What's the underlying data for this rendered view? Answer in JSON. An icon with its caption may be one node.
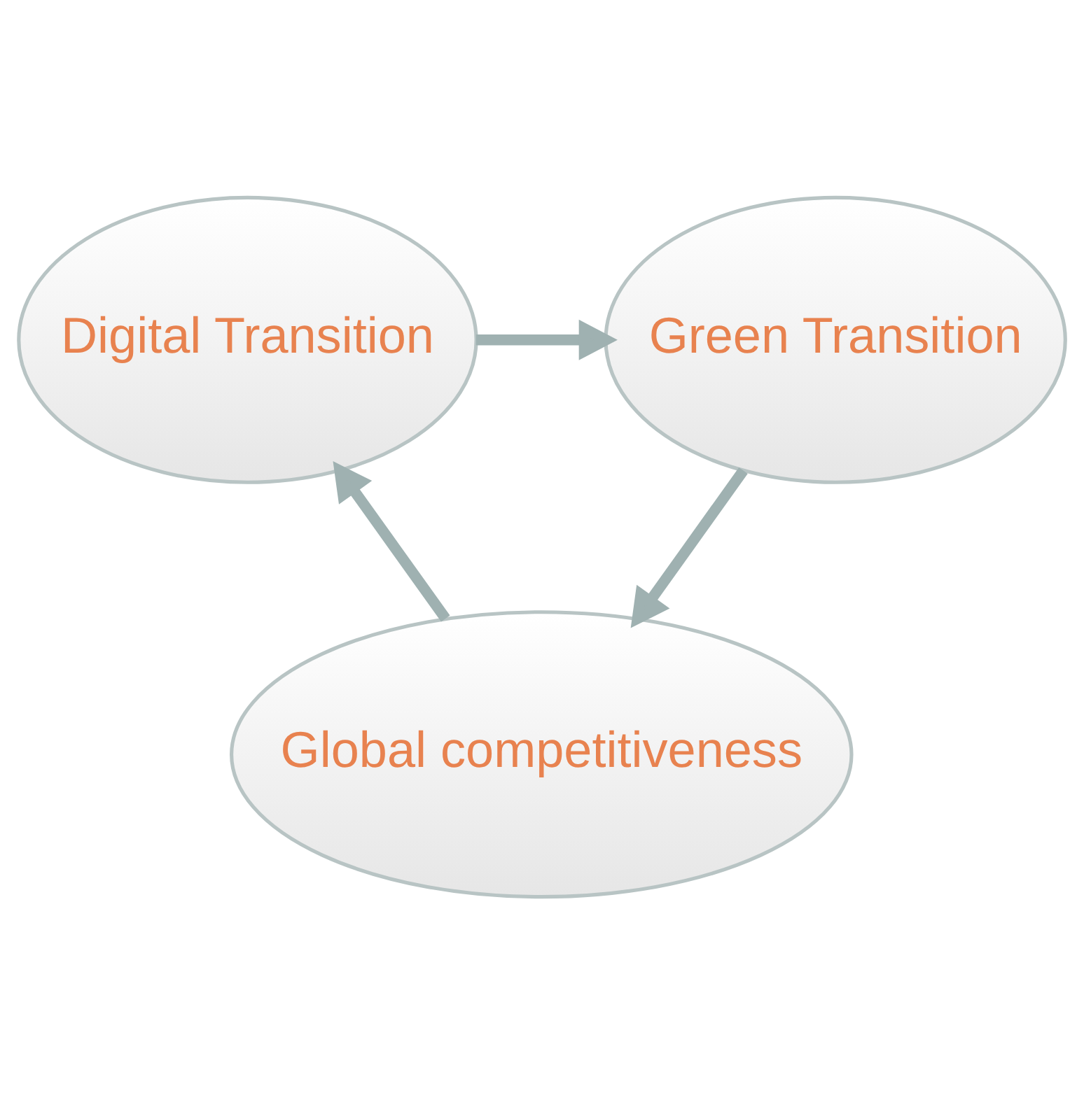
{
  "diagram": {
    "nodes": [
      {
        "text": [
          "Digital Transition"
        ]
      },
      {
        "text": [
          "Green Transition"
        ]
      },
      {
        "text": [
          "Global competitiveness"
        ]
      }
    ],
    "edges": [
      {
        "from": 0,
        "to": 1,
        "arrow": "to"
      },
      {
        "from": 1,
        "to": 2,
        "arrow": "to"
      },
      {
        "from": 2,
        "to": 0,
        "arrow": "to"
      }
    ]
  }
}
